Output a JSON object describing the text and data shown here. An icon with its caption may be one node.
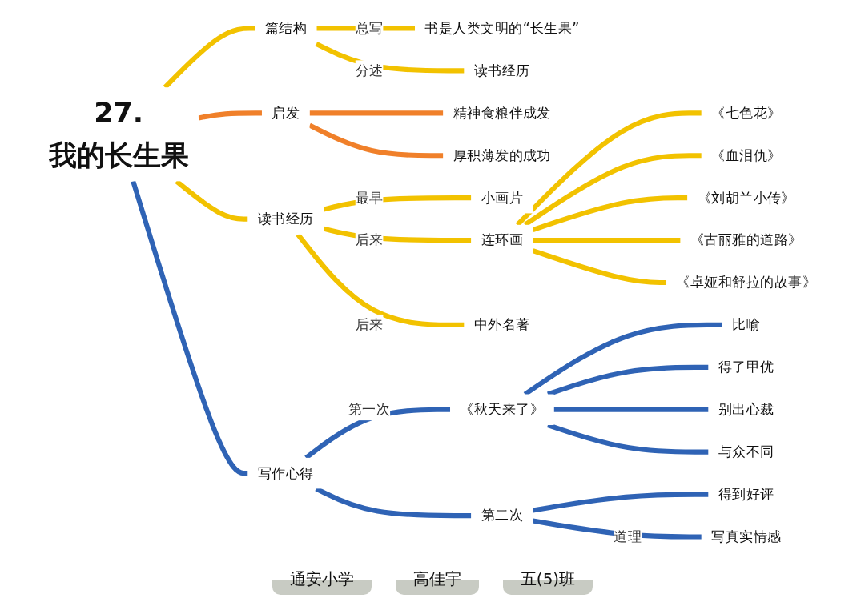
{
  "diagram": {
    "nodes": [
      {
        "text": [
          "27.",
          "我的长生果"
        ]
      },
      {
        "text": [
          "篇结构"
        ]
      },
      {
        "text": [
          "书是人类文明的“长生果”"
        ]
      },
      {
        "text": [
          "读书经历"
        ]
      },
      {
        "text": [
          "启发"
        ]
      },
      {
        "text": [
          "精神食粮伴成发"
        ]
      },
      {
        "text": [
          "厚积薄发的成功"
        ]
      },
      {
        "text": [
          "读书经历"
        ]
      },
      {
        "text": [
          "小画片"
        ]
      },
      {
        "text": [
          "连环画"
        ]
      },
      {
        "text": [
          "中外名著"
        ]
      },
      {
        "text": [
          "《七色花》"
        ]
      },
      {
        "text": [
          "《血泪仇》"
        ]
      },
      {
        "text": [
          "《刘胡兰小传》"
        ]
      },
      {
        "text": [
          "《古丽雅的道路》"
        ]
      },
      {
        "text": [
          "《卓娅和舒拉的故事》"
        ]
      },
      {
        "text": [
          "写作心得"
        ]
      },
      {
        "text": [
          "《秋天来了》"
        ]
      },
      {
        "text": [
          "比喻"
        ]
      },
      {
        "text": [
          "得了甲优"
        ]
      },
      {
        "text": [
          "别出心裁"
        ]
      },
      {
        "text": [
          "与众不同"
        ]
      },
      {
        "text": [
          "第二次"
        ]
      },
      {
        "text": [
          "得到好评"
        ]
      },
      {
        "text": [
          "写真实情感"
        ]
      }
    ],
    "edges": [
      {
        "from": 0,
        "to": 1,
        "arrow": "none"
      },
      {
        "from": 1,
        "to": 2,
        "arrow": "none",
        "label": "总写"
      },
      {
        "from": 1,
        "to": 3,
        "arrow": "none",
        "label": "分述"
      },
      {
        "from": 0,
        "to": 4,
        "arrow": "none",
        "color": "#f0802a"
      },
      {
        "from": 4,
        "to": 5,
        "arrow": "none",
        "color": "#f0802a"
      },
      {
        "from": 4,
        "to": 6,
        "arrow": "none",
        "color": "#f0802a"
      },
      {
        "from": 0,
        "to": 7,
        "arrow": "none"
      },
      {
        "from": 7,
        "to": 8,
        "arrow": "none",
        "label": "最早"
      },
      {
        "from": 7,
        "to": 9,
        "arrow": "none",
        "label": "后来"
      },
      {
        "from": 7,
        "to": 10,
        "arrow": "none",
        "label": "后来"
      },
      {
        "from": 9,
        "to": 11,
        "arrow": "none"
      },
      {
        "from": 9,
        "to": 12,
        "arrow": "none"
      },
      {
        "from": 9,
        "to": 13,
        "arrow": "none"
      },
      {
        "from": 9,
        "to": 14,
        "arrow": "none"
      },
      {
        "from": 9,
        "to": 15,
        "arrow": "none"
      },
      {
        "from": 0,
        "to": 16,
        "arrow": "none",
        "color": "#2f63b5"
      },
      {
        "from": 16,
        "to": 17,
        "arrow": "none",
        "label": "第一次",
        "color": "#2f63b5"
      },
      {
        "from": 17,
        "to": 18,
        "arrow": "none",
        "color": "#2f63b5"
      },
      {
        "from": 17,
        "to": 19,
        "arrow": "none",
        "color": "#2f63b5"
      },
      {
        "from": 17,
        "to": 20,
        "arrow": "none",
        "color": "#2f63b5"
      },
      {
        "from": 17,
        "to": 21,
        "arrow": "none",
        "color": "#2f63b5"
      },
      {
        "from": 16,
        "to": 22,
        "arrow": "none",
        "color": "#2f63b5"
      },
      {
        "from": 22,
        "to": 23,
        "arrow": "none",
        "color": "#2f63b5"
      },
      {
        "from": 22,
        "to": 24,
        "arrow": "none",
        "label": "道理",
        "color": "#2f63b5"
      }
    ],
    "labels": [
      "通安小学",
      "高佳宇",
      "五(5)班"
    ]
  }
}
